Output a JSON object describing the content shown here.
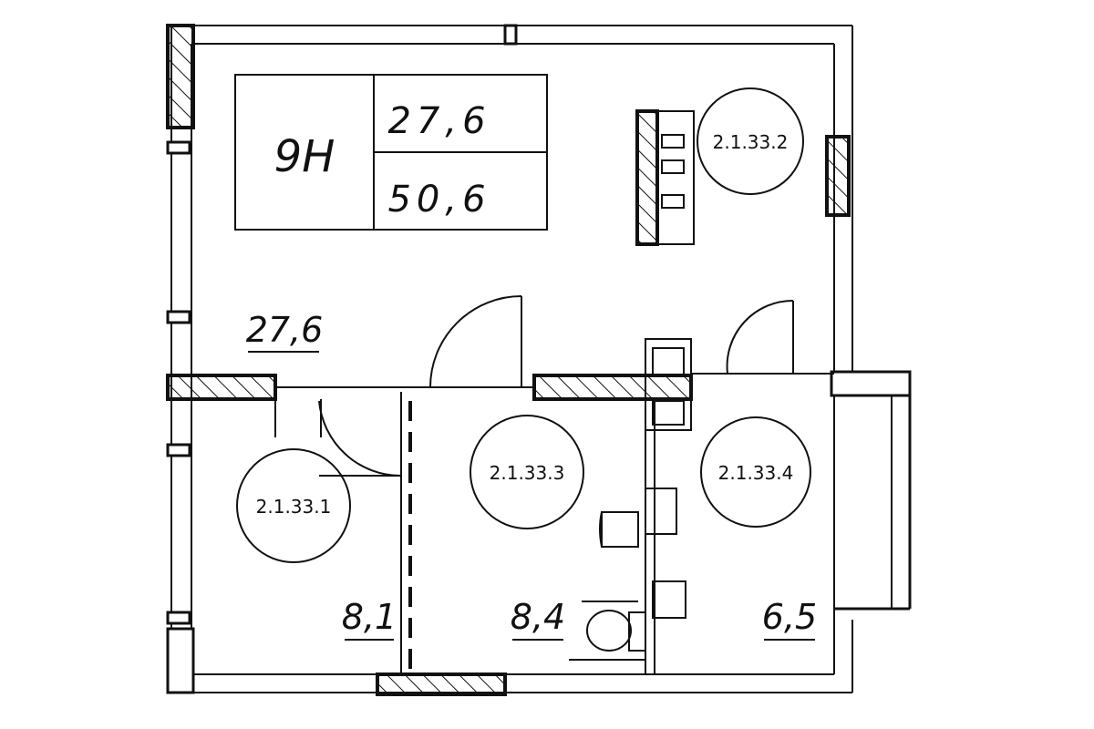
{
  "unit_box": {
    "unit_number": "9Н",
    "area_top": "27,6",
    "area_bottom": "50,6"
  },
  "rooms": [
    {
      "id": "2.1.33.1",
      "area": "8,1"
    },
    {
      "id": "2.1.33.2",
      "area": "27,6"
    },
    {
      "id": "2.1.33.3",
      "area": "8,4"
    },
    {
      "id": "2.1.33.4",
      "area": "6,5"
    }
  ],
  "colors": {
    "line": "#111111",
    "background": "#ffffff"
  }
}
